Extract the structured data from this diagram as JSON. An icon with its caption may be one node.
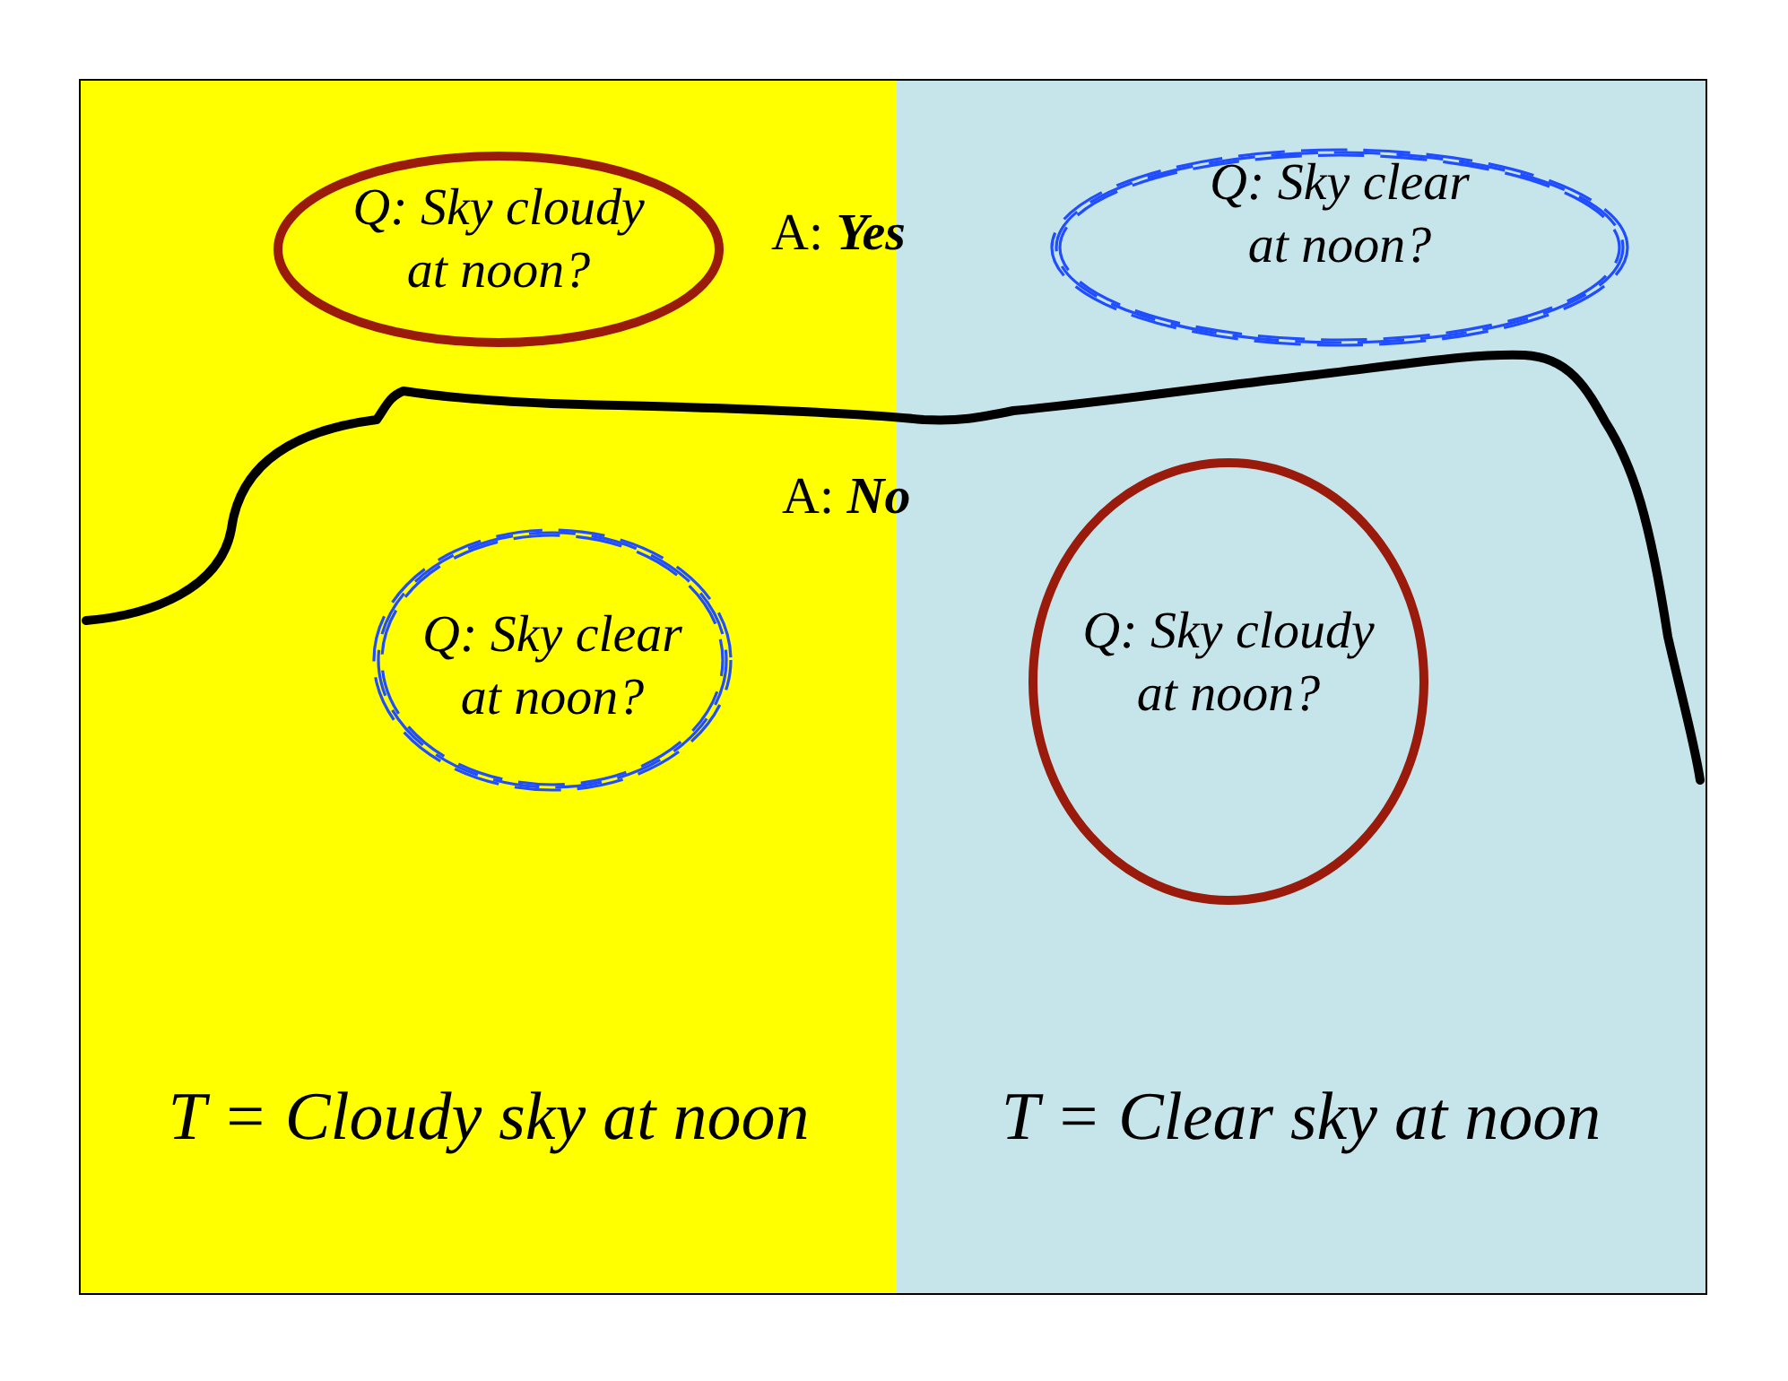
{
  "diagram": {
    "nodes": [
      {
        "text": [
          "T = Cloudy sky at noon"
        ]
      },
      {
        "text": [
          "Q: Sky cloudy at noon?"
        ],
        "in": 0
      },
      {
        "text": [
          "Q: Sky clear at noon?"
        ],
        "in": 0
      },
      {
        "text": [
          "T = Clear sky at noon"
        ]
      },
      {
        "text": [
          "Q: Sky clear at noon?"
        ],
        "in": 3
      },
      {
        "text": [
          "Q: Sky cloudy at noon?"
        ],
        "in": 3
      }
    ],
    "labels": [
      "A: **Yes**",
      "A: **No**"
    ]
  }
}
